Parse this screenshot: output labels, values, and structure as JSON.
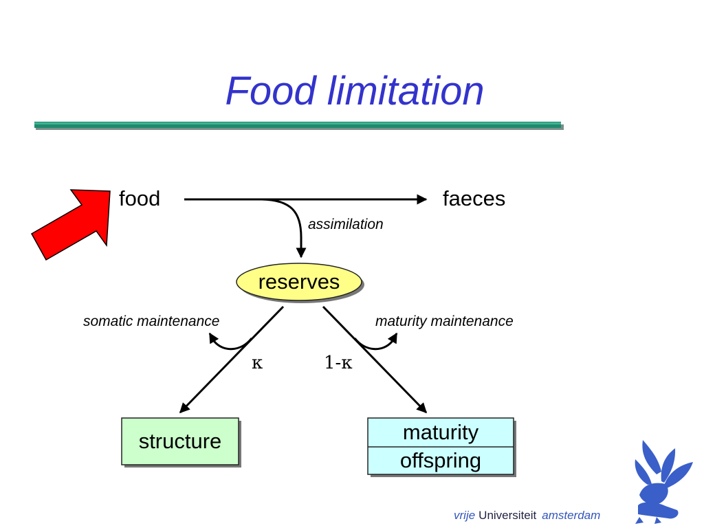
{
  "title": "Food limitation",
  "colors": {
    "title": "#3333cc",
    "rule": "#1f8a6e",
    "reserves_fill": "#ffff88",
    "structure_fill": "#ccffcc",
    "maturity_fill": "#ccffff",
    "red_arrow": "#ff0000",
    "logo": "#3a5fc8"
  },
  "diagram": {
    "food": "food",
    "faeces": "faeces",
    "assimilation": "assimilation",
    "reserves": "reserves",
    "somatic_maintenance": "somatic maintenance",
    "maturity_maintenance": "maturity maintenance",
    "kappa": "κ",
    "one_minus_kappa": "1-κ",
    "structure": "structure",
    "maturity": "maturity",
    "offspring": "offspring"
  },
  "logo": {
    "vrije": "vrije",
    "universiteit": "Universiteit",
    "amsterdam": "amsterdam",
    "icon": "griffin-icon"
  }
}
